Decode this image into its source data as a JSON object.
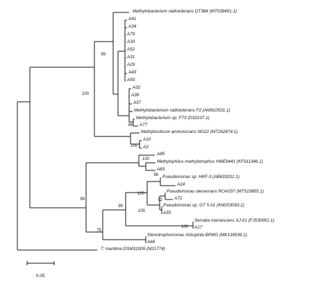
{
  "tree": {
    "taxa": [
      "Methylobacterium radiotolerans QT384 (MT039451.1)",
      "A41",
      "A34",
      "A79",
      "A33",
      "A52",
      "A31",
      "A29",
      "A43",
      "A50",
      "A32",
      "A39",
      "A57",
      "Methylobacterium radiotolerans F2 (AM910531.1)",
      "Methylobacterium sp. F73 (D32237.1)",
      "A77",
      "Methylorubrum aminovorans NG22 (MT262874.1)",
      "A10",
      "A3",
      "A85",
      "Methylophilus methylotrophus HME9441 (KF911346.1)",
      "A83",
      "Pseudomonas sp. HKF-3 (AB633201.1)",
      "A24",
      "Pseudomonas oleovorans ROA037 (MT515805.1)",
      "A72",
      "Pseudomonas sp. GT 5-01 (KM253093.1)",
      "A55",
      "Serratia marcescens XJ-01 (FJ530951.1)",
      "A17",
      "Stenotrophomonas rhizophila BPMG (MK139539.1)",
      "A66",
      "T. maritima DSM31009 (M21774)"
    ],
    "bootstrap_values": [
      "99",
      "100",
      "98",
      "100",
      "100",
      "96",
      "92",
      "100",
      "100",
      "95",
      "100",
      "99",
      "75"
    ],
    "scale_bar_label": "0.05"
  }
}
